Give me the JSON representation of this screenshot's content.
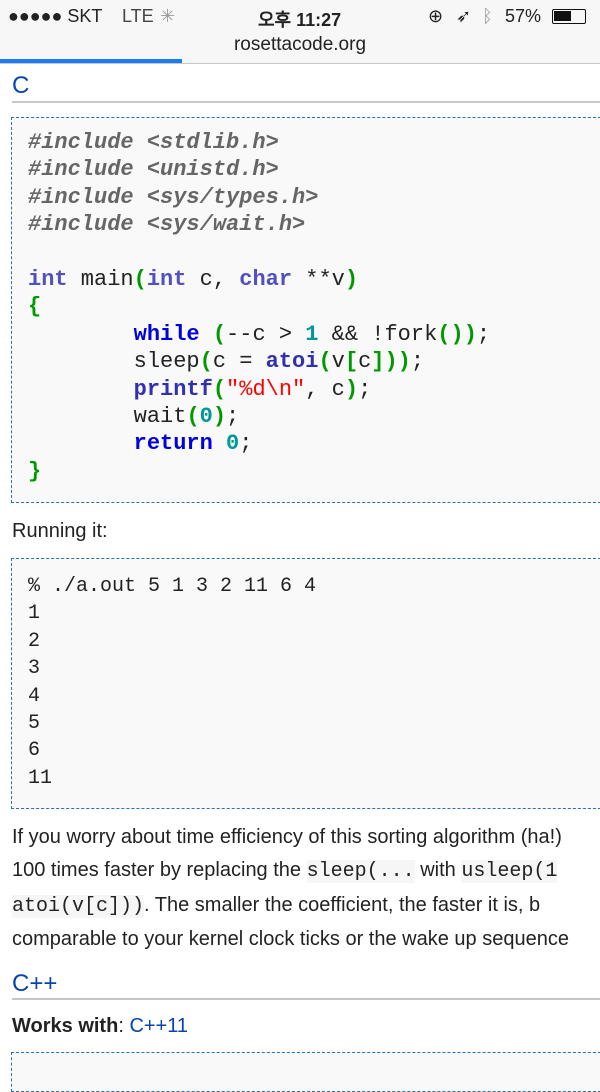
{
  "status_bar": {
    "carrier": "●●●●● SKT",
    "network": "LTE",
    "time": "오후 11:27",
    "battery": "57%"
  },
  "browser": {
    "url": "rosettacode.org",
    "load_progress": 0.3
  },
  "section_c": {
    "heading": "C",
    "code": [
      [
        [
          "#include <stdlib.h>",
          "pp"
        ]
      ],
      [
        [
          "#include <unistd.h>",
          "pp"
        ]
      ],
      [
        [
          "#include <sys/types.h>",
          "pp"
        ]
      ],
      [
        [
          "#include <sys/wait.h>",
          "pp"
        ]
      ],
      [
        [
          "",
          ""
        ]
      ],
      [
        [
          "int",
          "kt"
        ],
        [
          " main",
          "pl"
        ],
        [
          "(",
          "br"
        ],
        [
          "int",
          "kt"
        ],
        [
          " c, ",
          "pl"
        ],
        [
          "char",
          "kt"
        ],
        [
          " **v",
          "pl"
        ],
        [
          ")",
          "br"
        ]
      ],
      [
        [
          "{",
          "br"
        ]
      ],
      [
        [
          "        ",
          "pl"
        ],
        [
          "while",
          "kw"
        ],
        [
          " ",
          "pl"
        ],
        [
          "(",
          "br"
        ],
        [
          "--c > ",
          "pl"
        ],
        [
          "1",
          "nu"
        ],
        [
          " && !fork",
          "pl"
        ],
        [
          "())",
          "br"
        ],
        [
          ";",
          "pl"
        ]
      ],
      [
        [
          "        sleep",
          "pl"
        ],
        [
          "(",
          "br"
        ],
        [
          "c = ",
          "pl"
        ],
        [
          "atoi",
          "fn"
        ],
        [
          "(",
          "br"
        ],
        [
          "v",
          "pl"
        ],
        [
          "[",
          "br"
        ],
        [
          "c",
          "pl"
        ],
        [
          "]))",
          "br"
        ],
        [
          ";",
          "pl"
        ]
      ],
      [
        [
          "        ",
          "pl"
        ],
        [
          "printf",
          "fn"
        ],
        [
          "(",
          "br"
        ],
        [
          "\"%d\\n\"",
          "st"
        ],
        [
          ", c",
          "pl"
        ],
        [
          ")",
          "br"
        ],
        [
          ";",
          "pl"
        ]
      ],
      [
        [
          "        wait",
          "pl"
        ],
        [
          "(",
          "br"
        ],
        [
          "0",
          "nu"
        ],
        [
          ")",
          "br"
        ],
        [
          ";",
          "pl"
        ]
      ],
      [
        [
          "        ",
          "pl"
        ],
        [
          "return",
          "kw"
        ],
        [
          " ",
          "pl"
        ],
        [
          "0",
          "nu"
        ],
        [
          ";",
          "pl"
        ]
      ],
      [
        [
          "}",
          "br"
        ]
      ]
    ],
    "running_label": "Running it:",
    "output": "% ./a.out 5 1 3 2 11 6 4\n1\n2\n3\n4\n5\n6\n11",
    "para": {
      "l1": "If you worry about time efficiency of this sorting algorithm (ha!)",
      "l2a": "100 times faster by replacing the ",
      "l2code1": "sleep(...",
      "l2b": " with ",
      "l2code2": "usleep(1",
      "l3code": "atoi(v[c]))",
      "l3b": ". The smaller the coefficient, the faster it is, b",
      "l4": "comparable to your kernel clock ticks or the wake up sequence"
    }
  },
  "section_cpp": {
    "heading": "C++",
    "works_label": "Works with",
    "works_sep": ": ",
    "works_link": "C++11"
  }
}
